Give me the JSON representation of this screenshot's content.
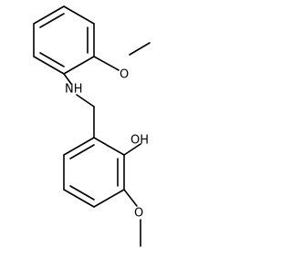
{
  "molecule": {
    "labels": {
      "methoxy_top_oxygen": "O",
      "amine": "NH",
      "hydroxyl": "OH",
      "methoxy_bottom_oxygen": "O"
    }
  }
}
